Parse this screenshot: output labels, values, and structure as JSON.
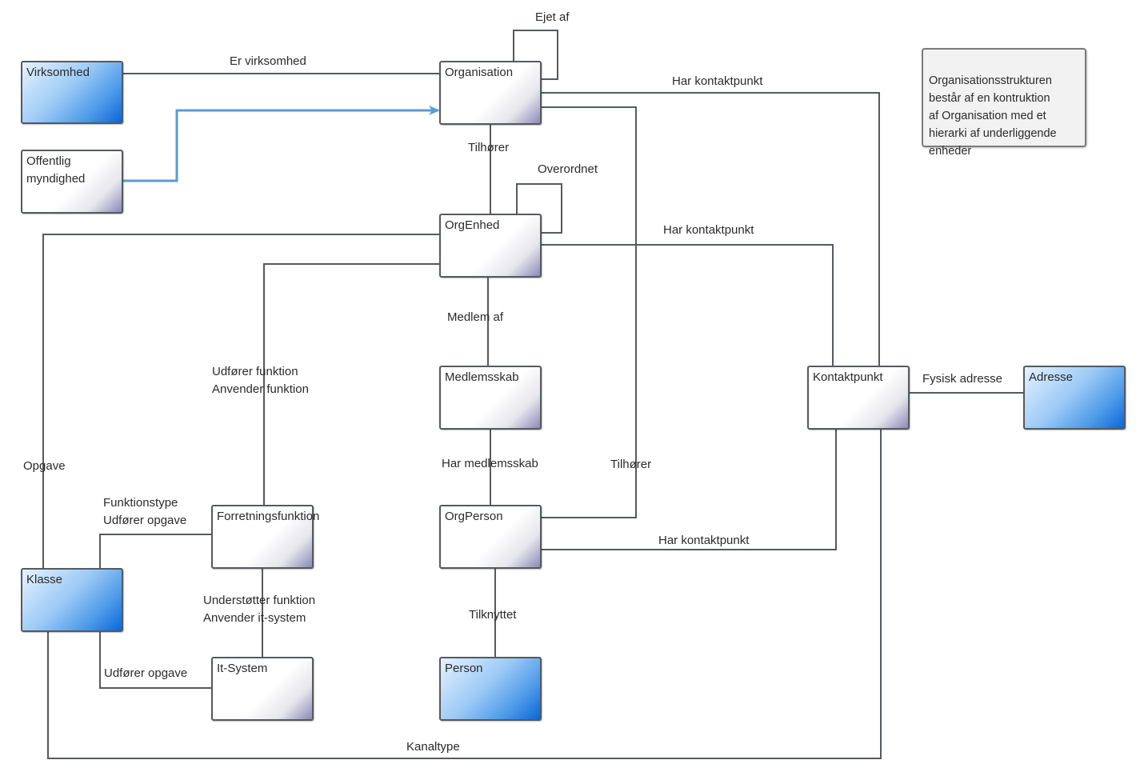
{
  "diagram": {
    "colors": {
      "line": "#555a5e",
      "inheritance_line": "#5b9bd1",
      "entity_blue_dark": "#0a66d8",
      "entity_blue_light": "#e6f2ff",
      "note_background": "#f2f2f2"
    },
    "nodes": {
      "virksomhed": {
        "label": "Virksomhed",
        "style": "blue"
      },
      "offentlig_myndighed": {
        "label": "Offentlig\nmyndighed",
        "style": "white"
      },
      "organisation": {
        "label": "Organisation",
        "style": "white"
      },
      "orgenhed": {
        "label": "OrgEnhed",
        "style": "white"
      },
      "medlemsskab": {
        "label": "Medlemsskab",
        "style": "white"
      },
      "orgperson": {
        "label": "OrgPerson",
        "style": "white"
      },
      "person": {
        "label": "Person",
        "style": "blue"
      },
      "kontaktpunkt": {
        "label": "Kontaktpunkt",
        "style": "white"
      },
      "adresse": {
        "label": "Adresse",
        "style": "blue"
      },
      "klasse": {
        "label": "Klasse",
        "style": "blue"
      },
      "forretningsfunktion": {
        "label": "Forretningsfunktion",
        "style": "white"
      },
      "it_system": {
        "label": "It-System",
        "style": "white"
      }
    },
    "edges": {
      "er_virksomhed": {
        "label": "Er virksomhed",
        "from": "virksomhed",
        "to": "organisation"
      },
      "specialisering": {
        "label": "",
        "from": "offentlig_myndighed",
        "to": "organisation",
        "kind": "arrow"
      },
      "ejet_af": {
        "label": "Ejet af",
        "from": "organisation",
        "to": "organisation"
      },
      "org_har_kontaktpunkt": {
        "label": "Har kontaktpunkt",
        "from": "organisation",
        "to": "kontaktpunkt"
      },
      "tilhorer_org": {
        "label": "Tilhører",
        "from": "orgenhed",
        "to": "organisation"
      },
      "overordnet": {
        "label": "Overordnet",
        "from": "orgenhed",
        "to": "orgenhed"
      },
      "enhed_har_kontaktpunkt": {
        "label": "Har kontaktpunkt",
        "from": "orgenhed",
        "to": "kontaktpunkt"
      },
      "medlem_af": {
        "label": "Medlem af",
        "from": "medlemsskab",
        "to": "orgenhed"
      },
      "udforer_funktion": {
        "label": "Udfører funktion\nAnvender funktion",
        "from": "orgenhed",
        "to": "forretningsfunktion"
      },
      "opgave": {
        "label": "Opgave",
        "from": "orgenhed",
        "to": "klasse"
      },
      "har_medlemsskab": {
        "label": "Har medlemsskab",
        "from": "orgperson",
        "to": "medlemsskab"
      },
      "tilhorer_person": {
        "label": "Tilhører",
        "from": "orgperson",
        "to": "organisation"
      },
      "person_har_kontaktpunkt": {
        "label": "Har kontaktpunkt",
        "from": "orgperson",
        "to": "kontaktpunkt"
      },
      "tilknyttet": {
        "label": "Tilknyttet",
        "from": "orgperson",
        "to": "person"
      },
      "fysisk_adresse": {
        "label": "Fysisk adresse",
        "from": "kontaktpunkt",
        "to": "adresse"
      },
      "funktionstype": {
        "label": "Funktionstype\nUdfører opgave",
        "from": "forretningsfunktion",
        "to": "klasse"
      },
      "understotter_funktion": {
        "label": "Understøtter funktion\nAnvender it-system",
        "from": "it_system",
        "to": "forretningsfunktion"
      },
      "it_udforer_opgave": {
        "label": "Udfører opgave",
        "from": "it_system",
        "to": "klasse"
      },
      "kanaltype": {
        "label": "Kanaltype",
        "from": "kontaktpunkt",
        "to": "klasse"
      }
    },
    "note": {
      "text": "Organisationsstrukturen\nbestår af  en kontruktion\naf Organisation med et\nhierarki af underliggende\nenheder"
    }
  }
}
